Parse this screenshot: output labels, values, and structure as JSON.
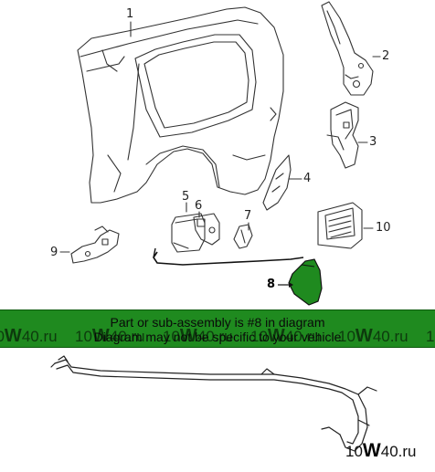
{
  "callouts": {
    "c1": "1",
    "c2": "2",
    "c3": "3",
    "c4": "4",
    "c5": "5",
    "c6": "6",
    "c7": "7",
    "c8": "8",
    "c9": "9",
    "c10": "10"
  },
  "banner": {
    "line1": "Part or sub-assembly is #8 in diagram",
    "line2": "Diagram may not be specific to your vehicle",
    "watermark_prefix": "10",
    "watermark_w": "W",
    "watermark_suffix": "40.ru"
  },
  "logo": {
    "prefix": "10",
    "w": "W",
    "suffix": "40.ru"
  },
  "colors": {
    "banner_bg": "#1f8a1f",
    "highlight_part": "#1f8a1f",
    "line_art": "#333333"
  }
}
